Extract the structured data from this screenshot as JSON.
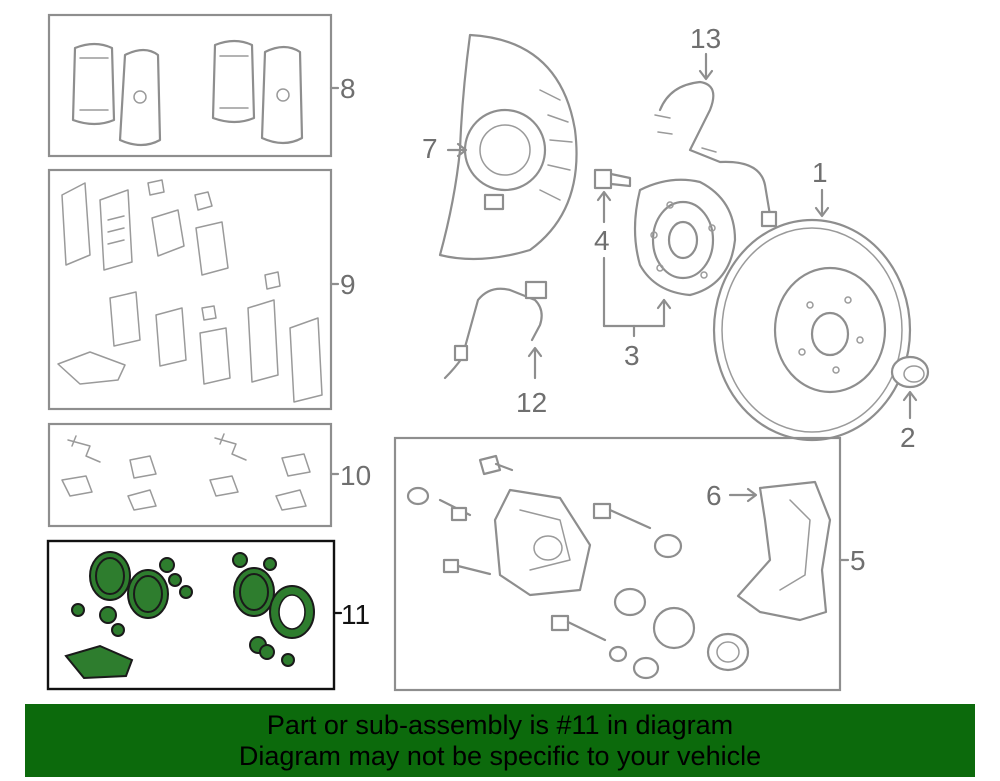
{
  "callouts": {
    "c1": "1",
    "c2": "2",
    "c3": "3",
    "c4": "4",
    "c5": "5",
    "c6": "6",
    "c7": "7",
    "c8": "8",
    "c9": "9",
    "c10": "10",
    "c11": "11",
    "c12": "12",
    "c13": "13"
  },
  "highlight": {
    "callout": "11",
    "color": "#2e7d2e"
  },
  "banner": {
    "line1": "Part or sub-assembly is #11 in diagram",
    "line2": "Diagram may not be specific to your vehicle",
    "background": "#0c6a0c"
  }
}
